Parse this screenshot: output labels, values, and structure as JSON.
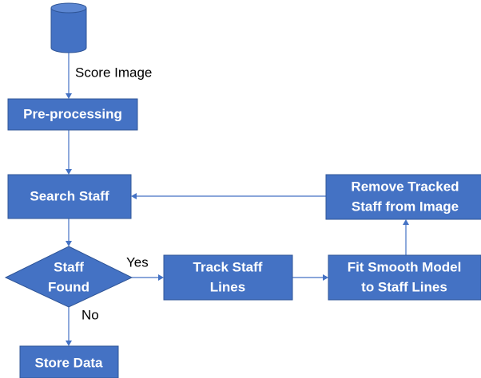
{
  "colors": {
    "box_fill": "#4472C4",
    "box_border": "#2F5597",
    "connector": "#4472C4",
    "box_text": "#ffffff",
    "label_text": "#000000"
  },
  "nodes": {
    "score_image": {
      "label": "Score Image",
      "icon": "database-cylinder-icon"
    },
    "preprocessing": {
      "label": "Pre-processing"
    },
    "search_staff": {
      "label": "Search Staff"
    },
    "staff_found": {
      "line1": "Staff",
      "line2": "Found"
    },
    "track_staff": {
      "line1": "Track Staff",
      "line2": "Lines"
    },
    "fit_model": {
      "line1": "Fit Smooth Model",
      "line2": "to Staff Lines"
    },
    "remove_tracked": {
      "line1": "Remove Tracked",
      "line2": "Staff from Image"
    },
    "store_data": {
      "label": "Store Data"
    }
  },
  "edges": {
    "yes_label": "Yes",
    "no_label": "No"
  }
}
